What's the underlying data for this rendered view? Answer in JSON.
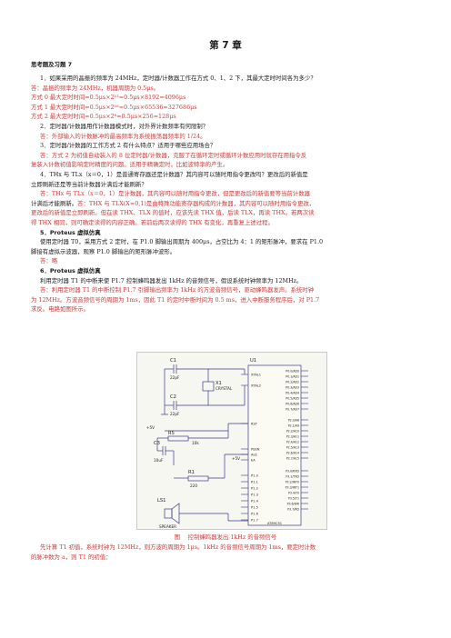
{
  "chapter": "第 7 章",
  "section": "思考题及习题 7",
  "lines": [
    {
      "k": "q",
      "i": true,
      "t": "1．如果采用的晶振的频率为 24MHz，定时器/计数器工作在方式 0、1、2 下，其最大定时时间各为多少？"
    },
    {
      "k": "a",
      "i": false,
      "t": "答：晶振的频率为 24MHz，机器周期为 0.5μs。"
    },
    {
      "k": "a",
      "i": false,
      "t": "方式 0 最大定时时间=0.5μs×2¹³=0.5μs×8192=4096μs"
    },
    {
      "k": "a",
      "i": false,
      "t": "方式 1 最大定时时间=0.5μs×2¹⁶=0.5μs×65536=327686μs"
    },
    {
      "k": "a",
      "i": false,
      "t": "方式 2 最大定时时间=0.5μs×2⁸=0.5μs×256=128μs"
    },
    {
      "k": "q",
      "i": true,
      "t": "2．定时器/计数器用作计数器模式时，对外界计数频率有何限制？"
    },
    {
      "k": "a",
      "i": true,
      "t": "答：外部输入的计数脉冲的最高频率为系统振荡器频率的 1/24。"
    },
    {
      "k": "q",
      "i": true,
      "t": "3．定时器/计数器的工作方式 2 有什么特点？适用于哪些应用场合？"
    },
    {
      "k": "a",
      "i": true,
      "t": "答：方式 2 为初值自动装入的 8 位定时器/计数器，克服了在循环定时或循环计数应用时就存在用指令反"
    },
    {
      "k": "a",
      "i": false,
      "t": "复装入计数初值影响定时精度的问题。适用于精确定时，比如波特率的产生。"
    },
    {
      "k": "q",
      "i": true,
      "t": "4．THx 与 TLx（x＝0，1）是普通寄存器还是计数器？其内容可以随时用指令更改吗？更改后的新值是"
    },
    {
      "k": "q",
      "i": false,
      "t": "立即刷新还是等当前计数器计满后才能刷新？"
    },
    {
      "k": "a",
      "i": true,
      "t": "答：THx 与 TLx（x＝0，1）是计数器，其内容可以随时用指令更改，但是更改后的新值要等当前计数器"
    },
    {
      "k": "mix",
      "i": false,
      "q": "计满后才能刷新。",
      "a": "答：THX 与 TLX(X=0,1)是由特殊功能寄存器构成的计数器，其内容可以随时用指令更改，"
    },
    {
      "k": "a",
      "i": false,
      "t": "更改后的新值是立即刷新。但在读 THX、TLX 的值时，应该先读 THX 值，后读 TLX，再读 THX。若两次读"
    },
    {
      "k": "a",
      "i": false,
      "t": "得 THX 相同，则可确定读得的内容正确。若前后两次读得的 THX 有变化，再重复上述过程。"
    },
    {
      "k": "qb",
      "i": true,
      "t": "5．Proteus 虚拟仿真"
    },
    {
      "k": "q",
      "i": true,
      "t": "使用定时器 T0，采用方式 2 定时，在 P1.0 脚输出周期为 400μs，占空比为 4：1 的矩形脉冲，要求在 P1.0"
    },
    {
      "k": "q",
      "i": false,
      "t": "脚接有虚拟示波器，观察 P1.0 脚输出的矩形脉冲波形。"
    },
    {
      "k": "a",
      "i": true,
      "t": "答：略"
    },
    {
      "k": "qb",
      "i": true,
      "t": "6．Proteus 虚拟仿真"
    },
    {
      "k": "q",
      "i": true,
      "t": "利用定时器 T1 的中断来使 P1.7 控制蜂鸣器发出 1kHz 的音频信号，假设系统时钟频率为 12MHz。"
    },
    {
      "k": "a",
      "i": true,
      "t": "答：利用定时器 T1 的中断控制 P1.7 引脚输出频率为 1kHz 的方波音频信号，驱动蜂鸣器发声。系统时钟"
    },
    {
      "k": "a",
      "i": false,
      "t": "为 12MHz。方波音频信号的周期为 1ms，因此 T1 的定时中断时间为 0.5 ms，进入中断服务程序后，对 P1.7"
    },
    {
      "k": "a",
      "i": false,
      "t": "求反。电路如图所示。"
    }
  ],
  "circuit": {
    "c1": "C1",
    "c1v": "22pF",
    "c2": "C2",
    "c2v": "22pF",
    "x1": "X1",
    "x1v": "CRYSTAL",
    "r5": "R5",
    "r5v": "10k",
    "c3": "C3",
    "c3v": "10uF",
    "r1": "R1",
    "r1v": "220",
    "ls1": "LS1",
    "speaker": "SPEAKER",
    "u1": "U1",
    "chip": "AT89C51",
    "vcc": "+5V",
    "left_pins": [
      "XTAL1",
      "XTAL2",
      "RST",
      "PSEN",
      "ALE",
      "EA"
    ],
    "p1_pins": [
      "P1.0",
      "P1.1",
      "P1.2",
      "P1.3",
      "P1.4",
      "P1.5",
      "P1.6",
      "P1.7"
    ],
    "p0_pins": [
      "P0.0/AD0",
      "P0.1/AD1",
      "P0.2/AD2",
      "P0.3/AD3",
      "P0.4/AD4",
      "P0.5/AD5",
      "P0.6/AD6",
      "P0.7/AD7"
    ],
    "p2_pins": [
      "P2.0/A8",
      "P2.1/A9",
      "P2.2/A10",
      "P2.3/A11",
      "P2.4/A12",
      "P2.5/A13",
      "P2.6/A14",
      "P2.7/A15"
    ],
    "p3_pins": [
      "P3.0/RXD",
      "P3.1/TXD",
      "P3.2/INT0",
      "P3.3/INT1",
      "P3.4/T0",
      "P3.5/T1",
      "P3.6/WR",
      "P3.7/RD"
    ]
  },
  "caption": "图　 控制蜂鸣器发出 1kHz 的音频信号",
  "tail": [
    {
      "k": "a",
      "i": true,
      "t": "先计算 T1 初值，系统时钟为 12MHz，则方波的周期为 1μs。1kHz 的音频信号周期为 1ms，要定时计数"
    },
    {
      "k": "a",
      "i": false,
      "t": "的脉冲数为 a，则 T1 的初值："
    }
  ],
  "colors": {
    "answer": "#d03a3a",
    "question": "#1a1a1a",
    "wire": "#3a3a8a"
  }
}
